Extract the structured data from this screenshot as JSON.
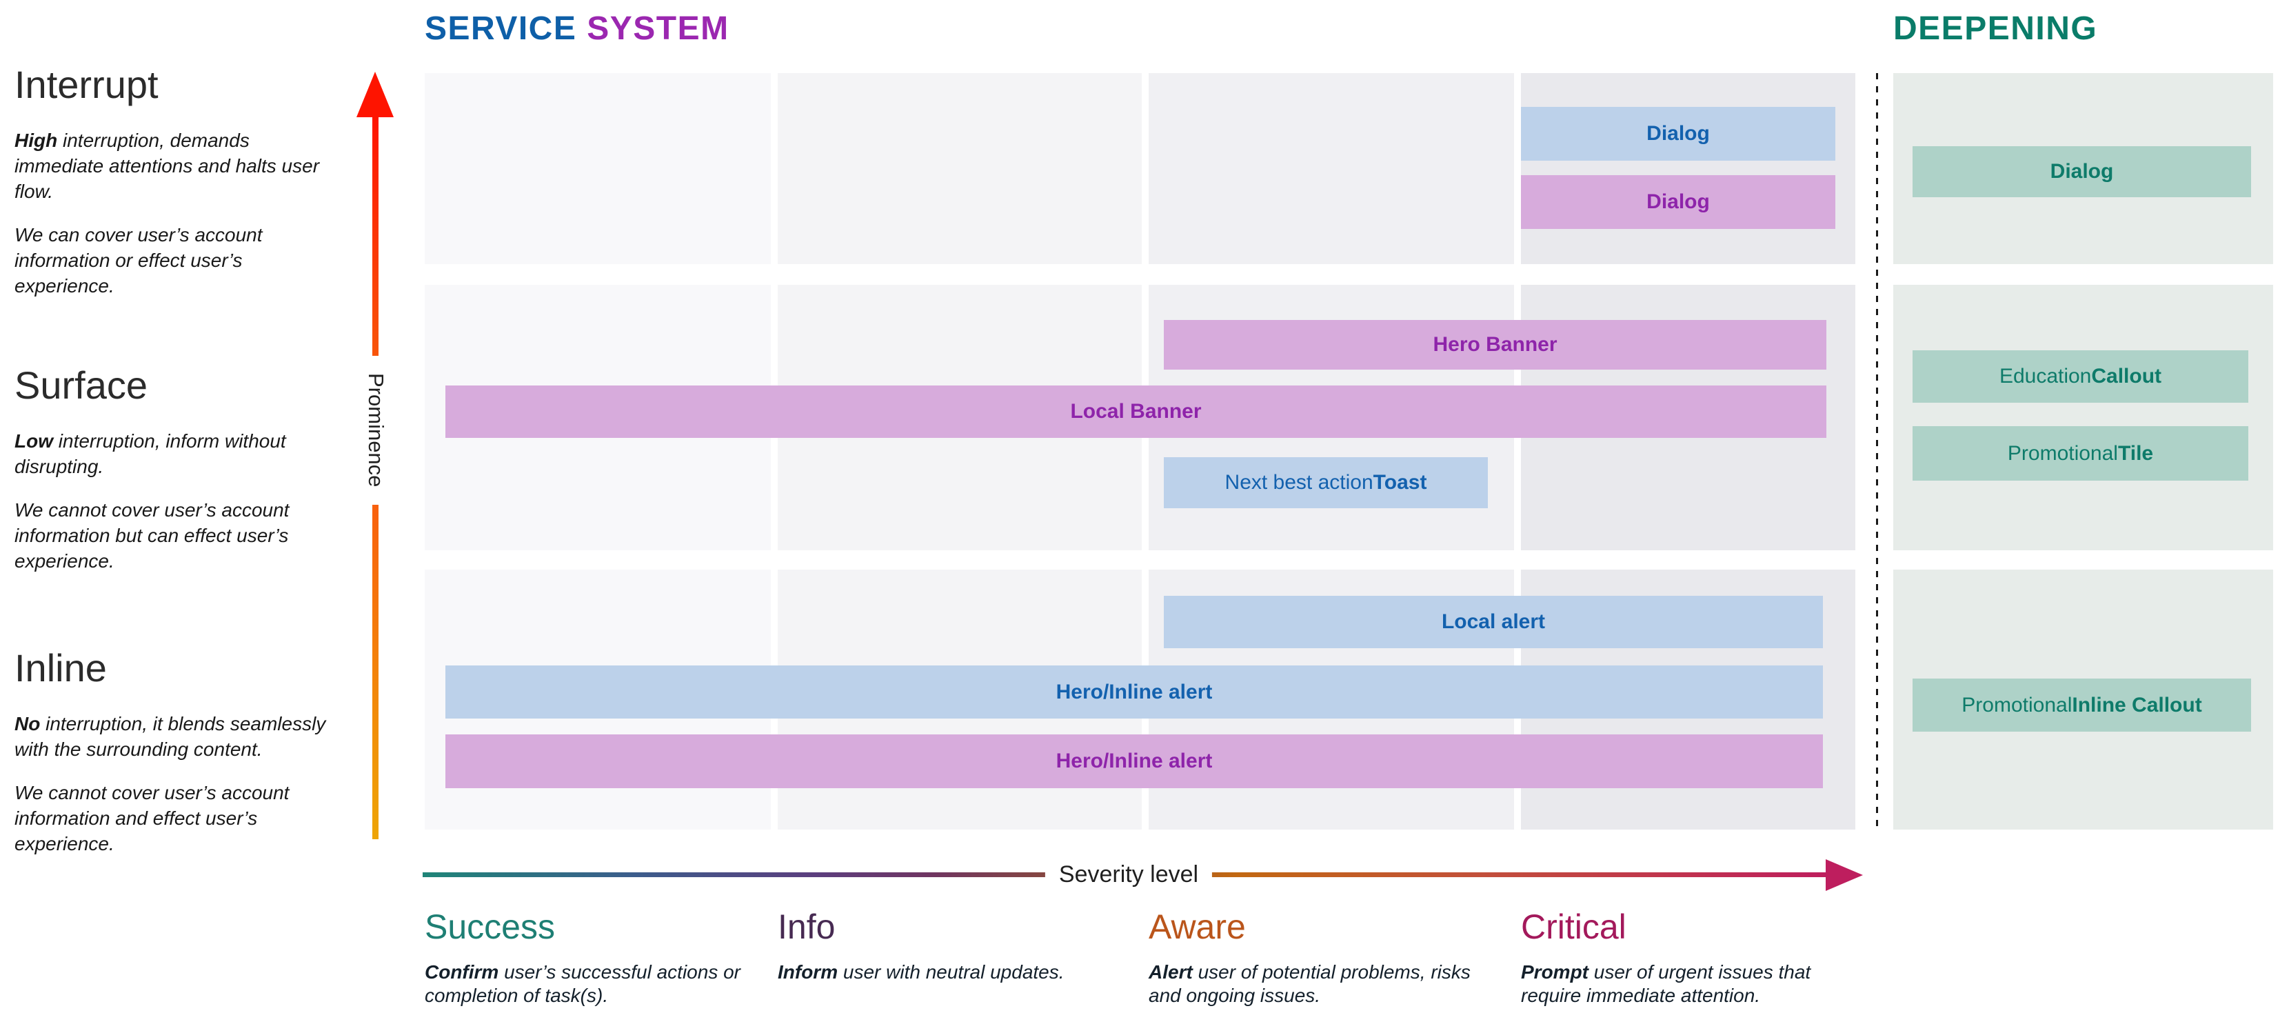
{
  "titles": {
    "service": "SERVICE",
    "system": "SYSTEM",
    "deepening": "DEEPENING"
  },
  "prominence_axis": {
    "label": "Prominence"
  },
  "severity_axis": {
    "label": "Severity level"
  },
  "prominence_levels": [
    {
      "id": "interrupt",
      "title": "Interrupt",
      "p1_lead": "High",
      "p1_rest": " interruption, demands immediate attentions and halts user flow.",
      "p2": "We can cover user’s account information or effect user’s experience."
    },
    {
      "id": "surface",
      "title": "Surface",
      "p1_lead": "Low",
      "p1_rest": " interruption, inform without disrupting.",
      "p2": "We cannot cover user’s account information but can effect user’s experience."
    },
    {
      "id": "inline",
      "title": "Inline",
      "p1_lead": "No",
      "p1_rest": " interruption, it blends seamlessly with the surrounding content.",
      "p2": "We cannot cover user’s account information and effect user’s experience."
    }
  ],
  "severity_levels": [
    {
      "id": "success",
      "title": "Success",
      "color": "#1E7F74",
      "desc_lead": "Confirm",
      "desc_rest": " user’s successful actions or completion of task(s)."
    },
    {
      "id": "info",
      "title": "Info",
      "color": "#472A52",
      "desc_lead": "Inform",
      "desc_rest": " user with neutral updates."
    },
    {
      "id": "aware",
      "title": "Aware",
      "color": "#BA551B",
      "desc_lead": "Alert",
      "desc_rest": " user of potential problems, risks and ongoing issues."
    },
    {
      "id": "critical",
      "title": "Critical",
      "color": "#A3195B",
      "desc_lead": "Prompt",
      "desc_rest": " user of urgent issues that require immediate attention."
    }
  ],
  "bars": [
    {
      "id": "dialog-critical-blue",
      "style": "blue",
      "pre": "",
      "label": "Dialog"
    },
    {
      "id": "dialog-critical-purple",
      "style": "purple",
      "pre": "",
      "label": "Dialog"
    },
    {
      "id": "hero-banner",
      "style": "purple",
      "pre": "",
      "label": "Hero Banner"
    },
    {
      "id": "local-banner",
      "style": "purple",
      "pre": "",
      "label": "Local Banner"
    },
    {
      "id": "next-best-action-toast",
      "style": "blue",
      "pre": "Next best action ",
      "label": "Toast"
    },
    {
      "id": "local-alert",
      "style": "blue",
      "pre": "",
      "label": "Local alert"
    },
    {
      "id": "hero-inline-alert-blue",
      "style": "blue",
      "pre": "",
      "label": "Hero/Inline alert"
    },
    {
      "id": "hero-inline-alert-purple",
      "style": "purple",
      "pre": "",
      "label": "Hero/Inline alert"
    },
    {
      "id": "dialog-deepening",
      "style": "teal",
      "pre": "",
      "label": "Dialog"
    },
    {
      "id": "education-callout",
      "style": "teal",
      "pre": "Education ",
      "label": "Callout"
    },
    {
      "id": "promotional-tile",
      "style": "teal",
      "pre": "Promotional ",
      "label": "Tile"
    },
    {
      "id": "promotional-inline-callout",
      "style": "teal",
      "pre": "Promotional ",
      "label": "Inline Callout"
    }
  ],
  "colors": {
    "service_blue": "#0E5FA8",
    "system_purple": "#9B27B0",
    "deepening_teal": "#0A7C69",
    "bar_blue_bg": "#BCD1EA",
    "bar_blue_text": "#1361AE",
    "bar_purple_bg": "#D7ABDC",
    "bar_purple_text": "#8E24AA",
    "bar_teal_bg": "#AED2C8",
    "bar_teal_text": "#0E7B6A",
    "prominence_arrow_top": "#FE1400",
    "prominence_arrow_bottom": "#EEA506",
    "severity_arrow_end": "#BE1E5E"
  }
}
